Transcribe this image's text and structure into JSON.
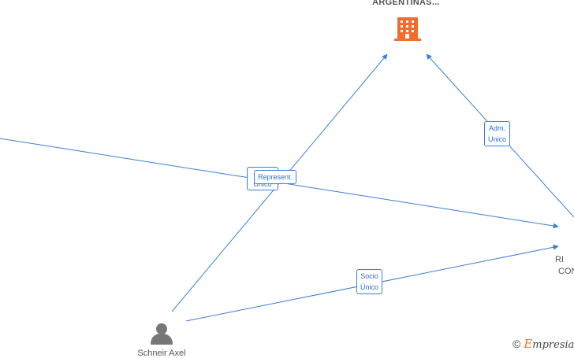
{
  "colors": {
    "edge": "#3a7fd5",
    "company_icon": "#f26b2f",
    "person_icon": "#777777",
    "node_text": "#555555"
  },
  "nodes": {
    "company_top": {
      "label": "ARGENTINAS...",
      "icon": "building-icon"
    },
    "right_partial_line1": "RI",
    "right_partial_line2": "CON",
    "person": {
      "label": "Schneir Axel",
      "icon": "person-icon"
    }
  },
  "edge_labels": {
    "adm_unico": "Adm.\nUnico",
    "represent": "Represent.",
    "unico_behind": "Unico",
    "socio_unico": "Socio\nÚnico"
  },
  "watermark": {
    "copyright": "©",
    "brand_first": "E",
    "brand_rest": "mpresia"
  }
}
